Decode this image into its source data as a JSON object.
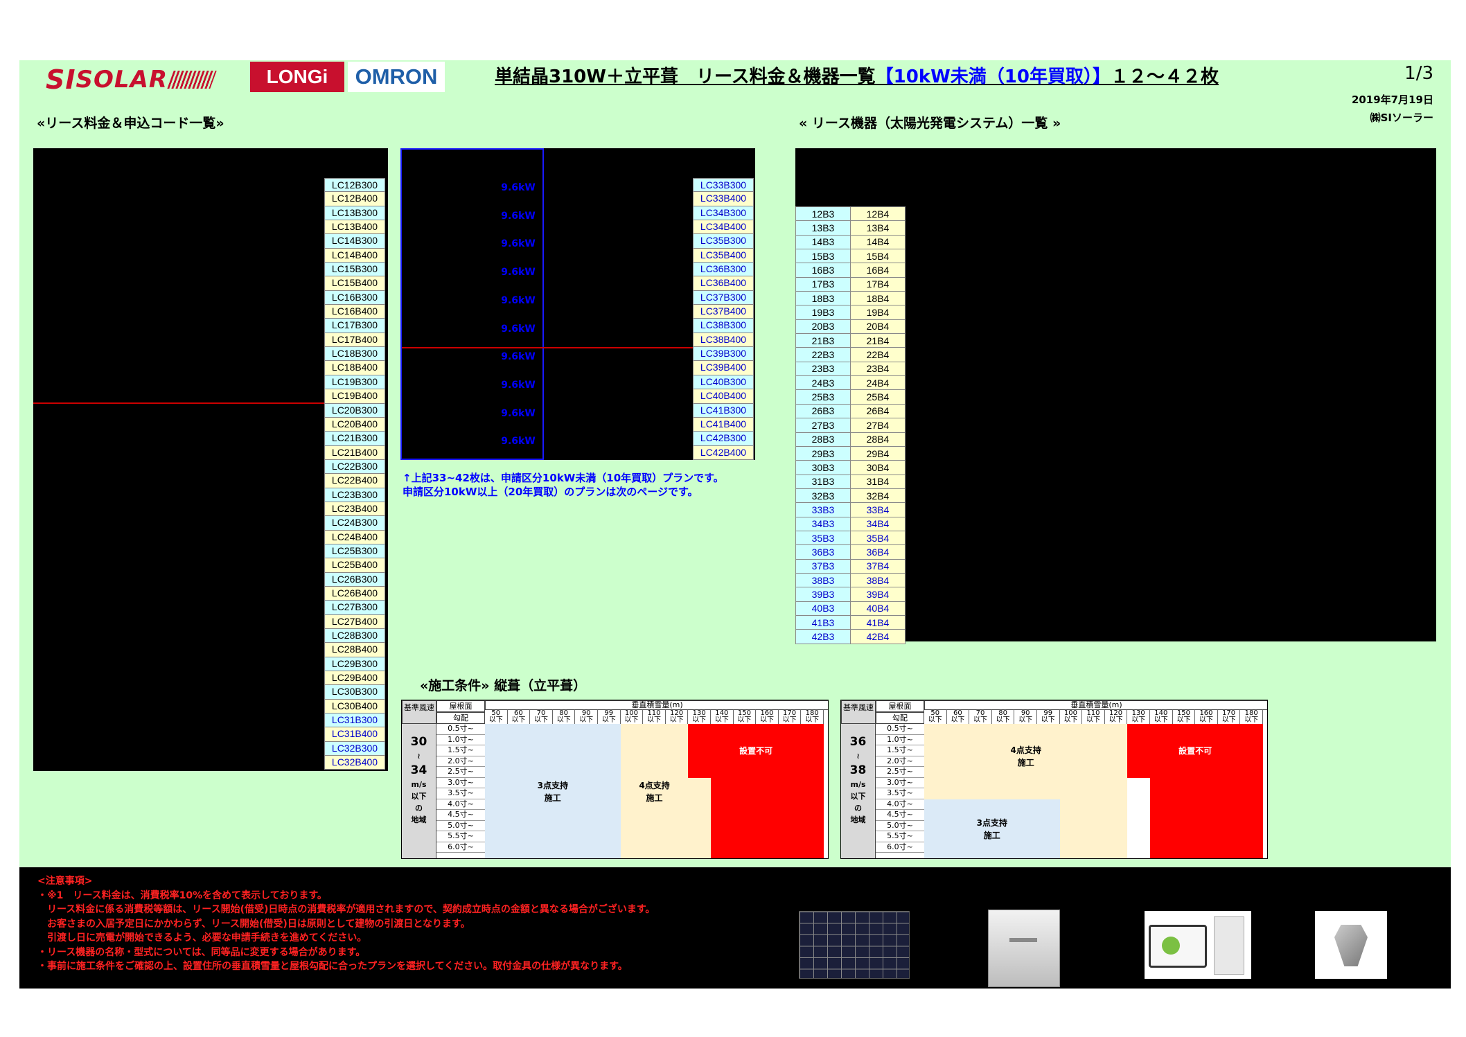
{
  "header": {
    "logo_si": "SI",
    "logo_solar": "SOLAR",
    "logo_longi": "LONGi",
    "logo_omron": "OMRON",
    "title_main": "単結晶310W＋立平葺　リース料金＆機器一覧",
    "title_highlight": "【10kW未満（10年買取）】",
    "title_tail": "１２～４２枚",
    "page": "1/3",
    "date": "2019年7月19日",
    "company": "㈱SIソーラー"
  },
  "sections": {
    "lease_codes": "«リース料金＆申込コード一覧»",
    "equipment": "« リース機器（太陽光発電システム）一覧 »",
    "construction": "«施工条件» 縦葺（立平葺）"
  },
  "lease_codes_left": [
    "LC12B300",
    "LC12B400",
    "LC13B300",
    "LC13B400",
    "LC14B300",
    "LC14B400",
    "LC15B300",
    "LC15B400",
    "LC16B300",
    "LC16B400",
    "LC17B300",
    "LC17B400",
    "LC18B300",
    "LC18B400",
    "LC19B300",
    "LC19B400",
    "LC20B300",
    "LC20B400",
    "LC21B300",
    "LC21B400",
    "LC22B300",
    "LC22B400",
    "LC23B300",
    "LC23B400",
    "LC24B300",
    "LC24B400",
    "LC25B300",
    "LC25B400",
    "LC26B300",
    "LC26B400",
    "LC27B300",
    "LC27B400",
    "LC28B300",
    "LC28B400",
    "LC29B300",
    "LC29B400",
    "LC30B300",
    "LC30B400",
    "LC31B300",
    "LC31B400",
    "LC32B300",
    "LC32B400"
  ],
  "lease_codes_mid": [
    "LC33B300",
    "LC33B400",
    "LC34B300",
    "LC34B400",
    "LC35B300",
    "LC35B400",
    "LC36B300",
    "LC36B400",
    "LC37B300",
    "LC37B400",
    "LC38B300",
    "LC38B400",
    "LC39B300",
    "LC39B400",
    "LC40B300",
    "LC40B400",
    "LC41B300",
    "LC41B400",
    "LC42B300",
    "LC42B400"
  ],
  "kw_labels": [
    "9.6kW",
    "9.6kW",
    "9.6kW",
    "9.6kW",
    "9.6kW",
    "9.6kW",
    "9.6kW",
    "9.6kW",
    "9.6kW",
    "9.6kW"
  ],
  "note_mid": [
    "↑上記33~42枚は、申請区分10kW未満（10年買取）プランです。",
    "申請区分10kW以上（20年買取）のプランは次のページです。"
  ],
  "equipment_codes": [
    [
      "12B3",
      "12B4"
    ],
    [
      "13B3",
      "13B4"
    ],
    [
      "14B3",
      "14B4"
    ],
    [
      "15B3",
      "15B4"
    ],
    [
      "16B3",
      "16B4"
    ],
    [
      "17B3",
      "17B4"
    ],
    [
      "18B3",
      "18B4"
    ],
    [
      "19B3",
      "19B4"
    ],
    [
      "20B3",
      "20B4"
    ],
    [
      "21B3",
      "21B4"
    ],
    [
      "22B3",
      "22B4"
    ],
    [
      "23B3",
      "23B4"
    ],
    [
      "24B3",
      "24B4"
    ],
    [
      "25B3",
      "25B4"
    ],
    [
      "26B3",
      "26B4"
    ],
    [
      "27B3",
      "27B4"
    ],
    [
      "28B3",
      "28B4"
    ],
    [
      "29B3",
      "29B4"
    ],
    [
      "30B3",
      "30B4"
    ],
    [
      "31B3",
      "31B4"
    ],
    [
      "32B3",
      "32B4"
    ],
    [
      "33B3",
      "33B4"
    ],
    [
      "34B3",
      "34B4"
    ],
    [
      "35B3",
      "35B4"
    ],
    [
      "36B3",
      "36B4"
    ],
    [
      "37B3",
      "37B4"
    ],
    [
      "38B3",
      "38B4"
    ],
    [
      "39B3",
      "39B4"
    ],
    [
      "40B3",
      "40B4"
    ],
    [
      "41B3",
      "41B4"
    ],
    [
      "42B3",
      "42B4"
    ]
  ],
  "construction": {
    "hdr_wind": "基準風速",
    "hdr_roof": "屋根面",
    "hdr_slope": "勾配",
    "hdr_snow": "垂直積雪量(m)",
    "snow_cols": [
      "50",
      "60",
      "70",
      "80",
      "90",
      "99",
      "100",
      "110",
      "120",
      "130",
      "140",
      "150",
      "160",
      "170",
      "180"
    ],
    "snow_suffix": "以下",
    "slopes": [
      "0.5寸~",
      "1.0寸~",
      "1.5寸~",
      "2.0寸~",
      "2.5寸~",
      "3.0寸~",
      "3.5寸~",
      "4.0寸~",
      "4.5寸~",
      "5.0寸~",
      "5.5寸~",
      "6.0寸~"
    ],
    "table1": {
      "wind": [
        "30",
        "≀",
        "34",
        "m/s",
        "以下",
        "の",
        "地域"
      ],
      "zone_3pt": [
        "3点支持",
        "施工"
      ],
      "zone_4pt": [
        "4点支持",
        "施工"
      ],
      "zone_no": "設置不可"
    },
    "table2": {
      "wind": [
        "36",
        "≀",
        "38",
        "m/s",
        "以下",
        "の",
        "地域"
      ],
      "zone_4pt": [
        "4点支持",
        "施工"
      ],
      "zone_3pt": [
        "3点支持",
        "施工"
      ],
      "zone_no": "設置不可"
    }
  },
  "footer_notes": [
    "<注意事項>",
    "・※1　リース料金は、消費税率10%を含めて表示しております。",
    "　リース料金に係る消費税等額は、リース開始(借受)日時点の消費税率が適用されますので、契約成立時点の金額と異なる場合がございます。",
    "　お客さまの入居予定日にかかわらず、リース開始(借受)日は原則として建物の引渡日となります。",
    "　引渡し日に売電が開始できるよう、必要な申請手続きを進めてください。",
    "・リース機器の名称・型式については、同等品に変更する場合があります。",
    "・事前に施工条件をご確認の上、設置住所の垂直積雪量と屋根勾配に合ったプランを選択してください。取付金具の仕様が異なります。"
  ],
  "colors": {
    "sheet_bg": "#ccffcc",
    "brand_red": "#c8102e",
    "omron_blue": "#1f5fa8",
    "highlight_blue": "#0000ff",
    "warning_red": "#ff0000"
  }
}
